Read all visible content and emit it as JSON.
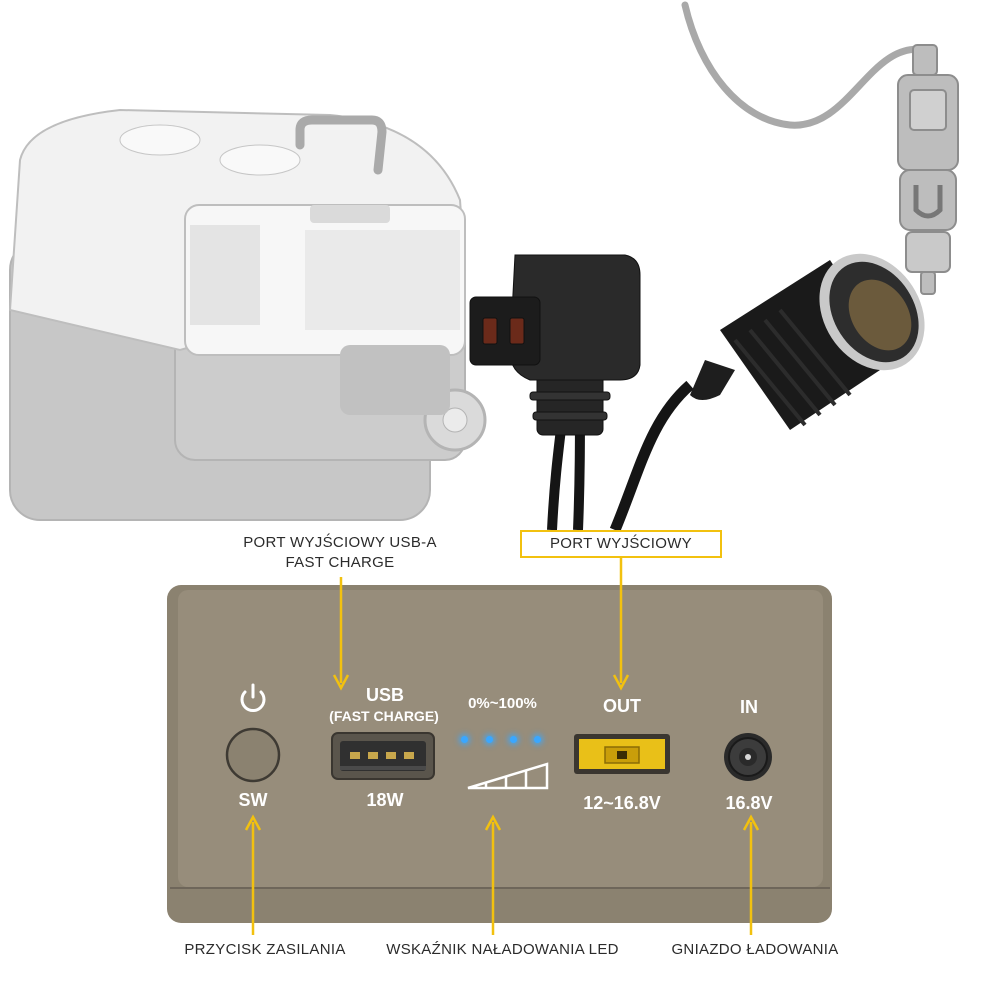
{
  "callouts": {
    "usb_port": "PORT WYJŚCIOWY USB-A\nFAST CHARGE",
    "output_port": "PORT WYJŚCIOWY",
    "power_button": "PRZYCISK ZASILANIA",
    "led_indicator": "WSKAŹNIK NAŁADOWANIA LED",
    "charging_socket": "GNIAZDO ŁADOWANIA"
  },
  "panel": {
    "usb_title": "USB",
    "usb_subtitle": "(FAST CHARGE)",
    "usb_power": "18W",
    "sw_label": "SW",
    "battery_range": "0%~100%",
    "out_title": "OUT",
    "out_voltage": "12~16.8V",
    "in_title": "IN",
    "in_voltage": "16.8V"
  },
  "colors": {
    "accent": "#f2c10f",
    "panel": "#8a8170",
    "led": "#3aa7ff"
  },
  "icons": {
    "power": "power-icon",
    "usb_port": "usb-a-port-icon",
    "out_port": "rectangular-dc-port-icon",
    "in_port": "round-dc-jack-icon",
    "battery_ramp": "charge-level-ramp-icon"
  }
}
